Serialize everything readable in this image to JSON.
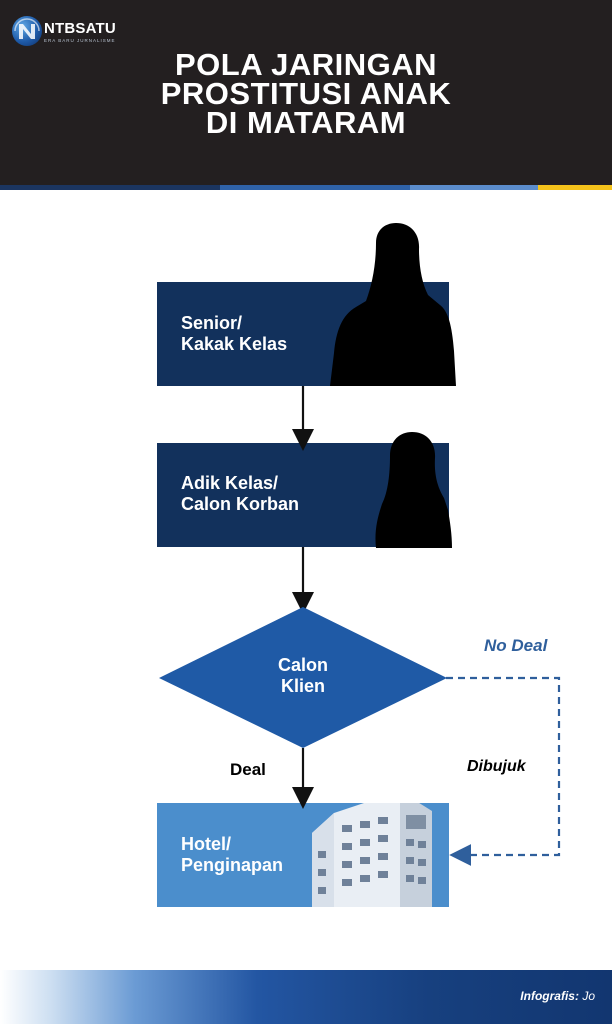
{
  "brand": {
    "name": "NTBSATU",
    "tagline": "ERA BARU JURNALISME"
  },
  "title": {
    "line1": "POLA JARINGAN",
    "line2": "PROSTITUSI ANAK",
    "line3": "DI MATARAM"
  },
  "flow": {
    "senior": "Senior/\nKakak Kelas",
    "junior": "Adik Kelas/\nCalon Korban",
    "client": "Calon\nKlien",
    "hotel": "Hotel/\nPenginapan",
    "deal": "Deal",
    "no_deal": "No Deal",
    "persuaded": "Dibujuk"
  },
  "footer": {
    "credit_label": "Infografis:",
    "credit_name": "Jo"
  },
  "colors": {
    "header_bg": "#231f20",
    "box_dark": "#12315c",
    "diamond": "#1f5aa6",
    "box_light": "#4b8ecc",
    "accent_yellow": "#f4c21b",
    "dashed_line": "#2f5f9c"
  }
}
